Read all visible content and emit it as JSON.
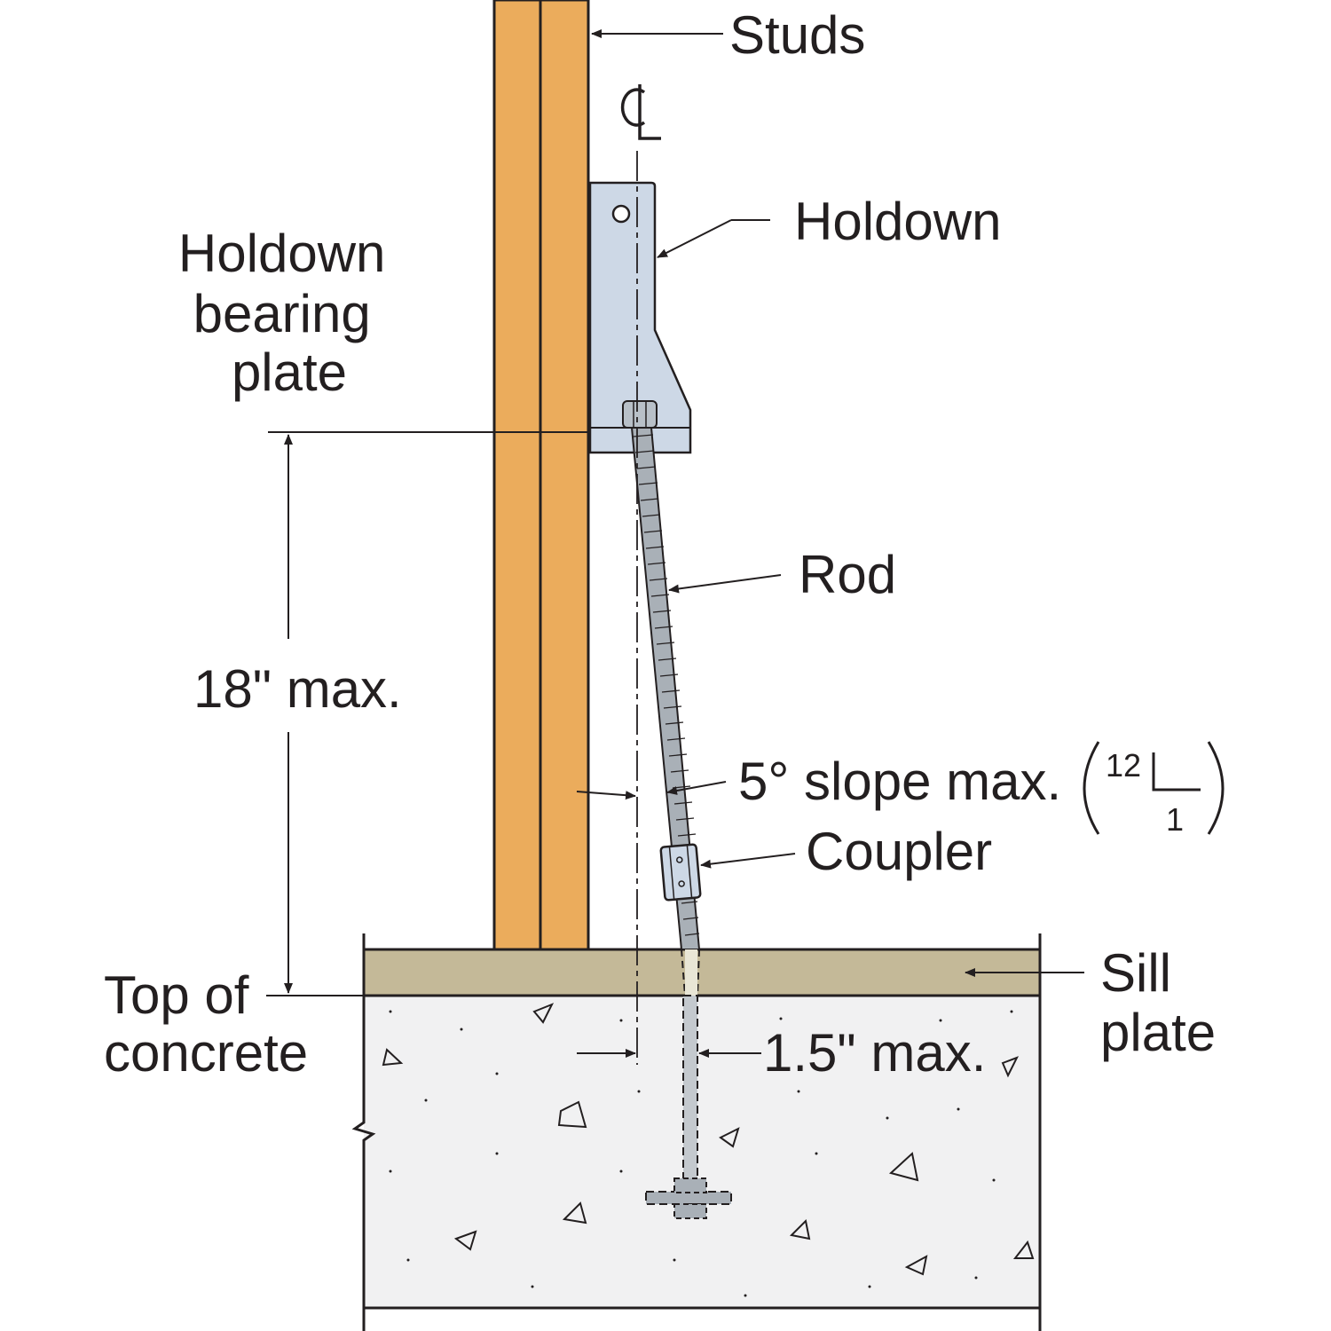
{
  "colors": {
    "stud": "#ebac5c",
    "sill": "#c4b998",
    "concrete": "#f1f1f2",
    "steel": "#cdd8e6",
    "rod": "#a9b0b7",
    "ink": "#231f20"
  },
  "labels": {
    "studs": "Studs",
    "centerline": "CL",
    "holdown": "Holdown",
    "bearing_plate": [
      "Holdown",
      "bearing",
      "plate"
    ],
    "rod": "Rod",
    "max_height": "18\" max.",
    "slope": "5° slope max.",
    "slope_ratio_rise": "12",
    "slope_ratio_run": "1",
    "coupler": "Coupler",
    "sill_plate": [
      "Sill",
      "plate"
    ],
    "top_of_concrete": [
      "Top of",
      "concrete"
    ],
    "offset": "1.5\" max."
  }
}
